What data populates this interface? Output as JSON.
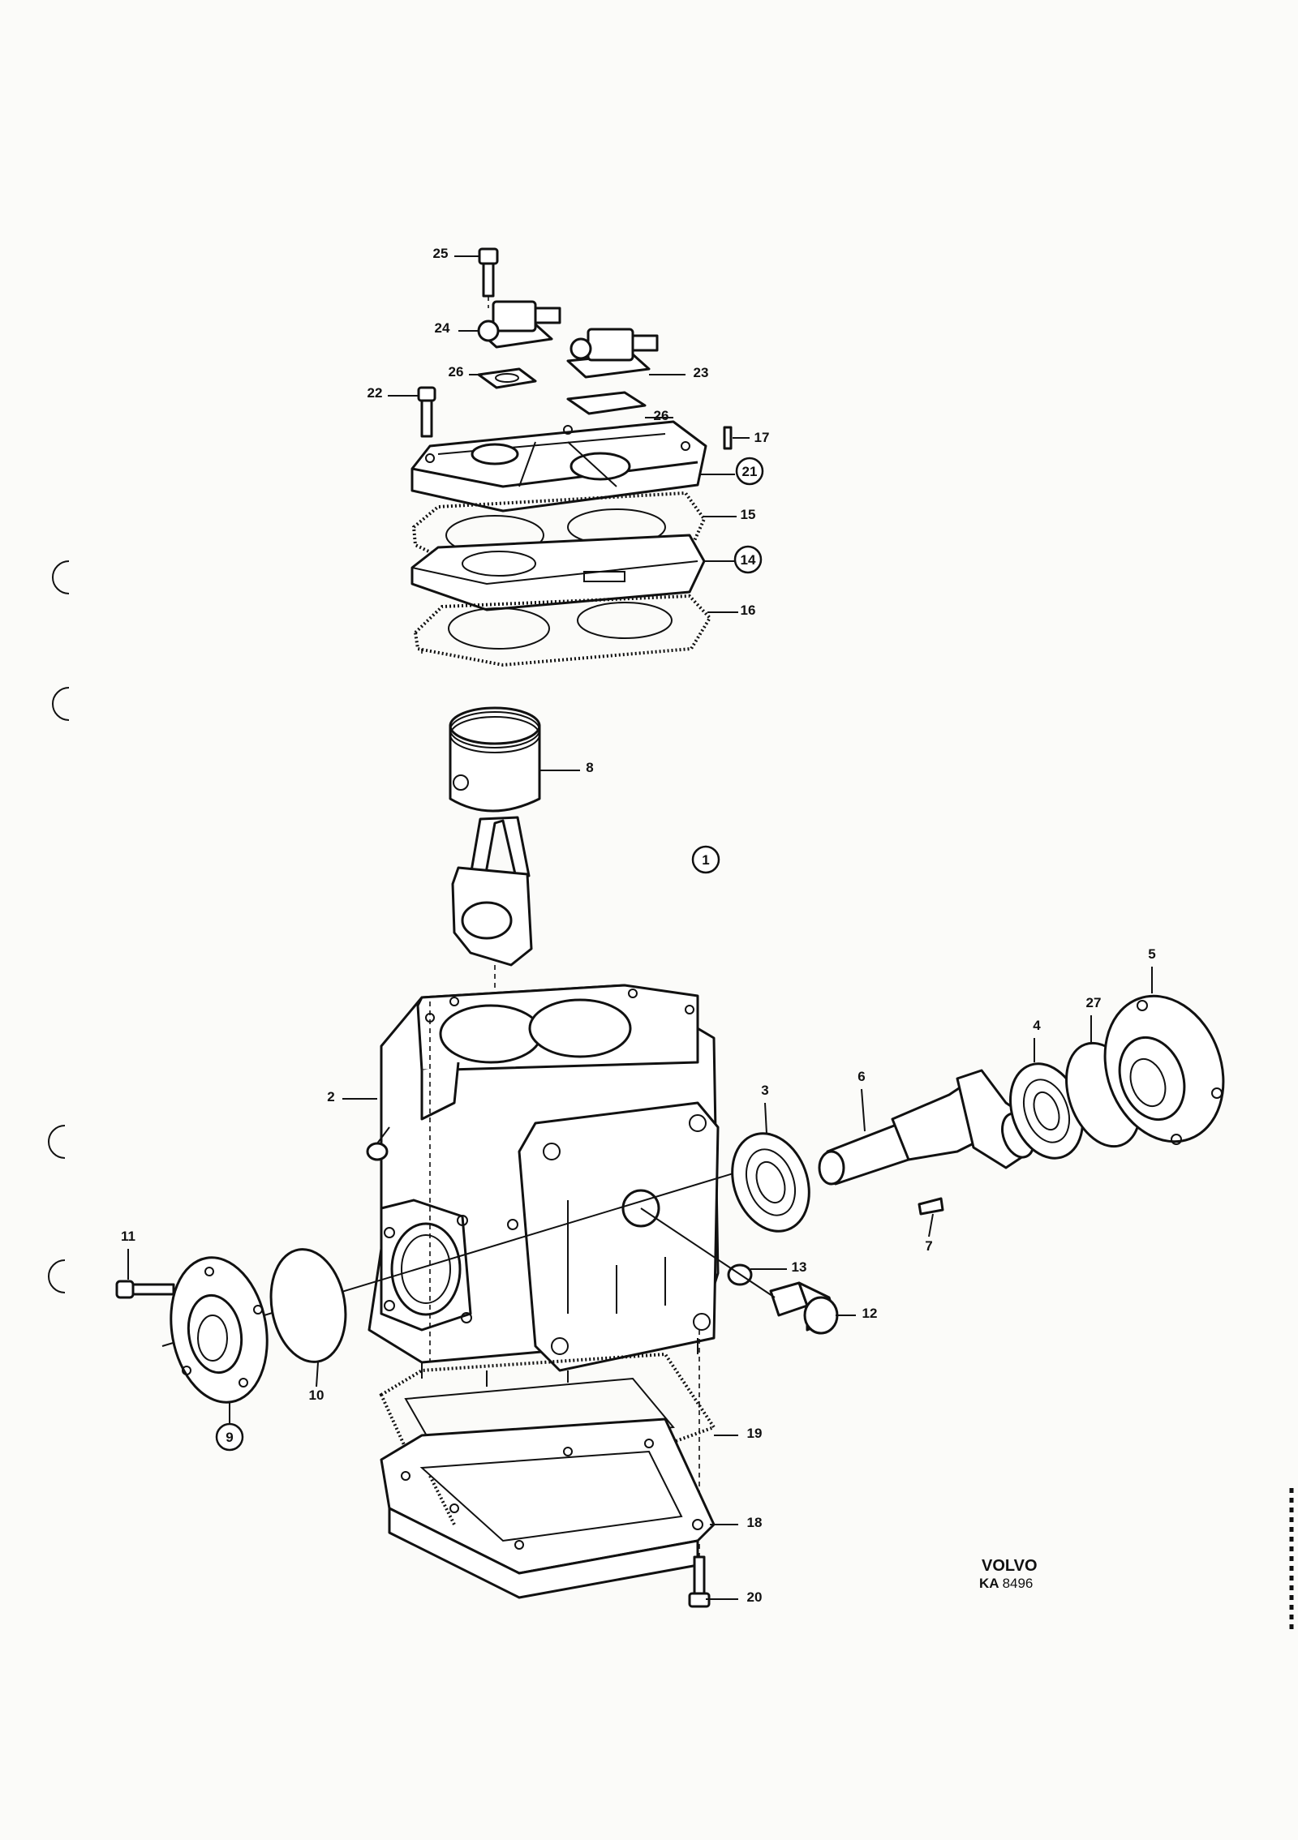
{
  "callouts": [
    {
      "id": "25",
      "label": "25",
      "circled": false
    },
    {
      "id": "24",
      "label": "24",
      "circled": false
    },
    {
      "id": "26a",
      "label": "26",
      "circled": false
    },
    {
      "id": "23",
      "label": "23",
      "circled": false
    },
    {
      "id": "22",
      "label": "22",
      "circled": false
    },
    {
      "id": "26b",
      "label": "26",
      "circled": false
    },
    {
      "id": "17",
      "label": "17",
      "circled": false
    },
    {
      "id": "21",
      "label": "21",
      "circled": true
    },
    {
      "id": "15",
      "label": "15",
      "circled": false
    },
    {
      "id": "14",
      "label": "14",
      "circled": true
    },
    {
      "id": "16",
      "label": "16",
      "circled": false
    },
    {
      "id": "8",
      "label": "8",
      "circled": false
    },
    {
      "id": "1",
      "label": "1",
      "circled": true
    },
    {
      "id": "5",
      "label": "5",
      "circled": false
    },
    {
      "id": "27",
      "label": "27",
      "circled": false
    },
    {
      "id": "4",
      "label": "4",
      "circled": false
    },
    {
      "id": "6",
      "label": "6",
      "circled": false
    },
    {
      "id": "3",
      "label": "3",
      "circled": false
    },
    {
      "id": "2",
      "label": "2",
      "circled": false
    },
    {
      "id": "7",
      "label": "7",
      "circled": false
    },
    {
      "id": "11",
      "label": "11",
      "circled": false
    },
    {
      "id": "13",
      "label": "13",
      "circled": false
    },
    {
      "id": "12",
      "label": "12",
      "circled": false
    },
    {
      "id": "10",
      "label": "10",
      "circled": false
    },
    {
      "id": "9",
      "label": "9",
      "circled": true
    },
    {
      "id": "19",
      "label": "19",
      "circled": false
    },
    {
      "id": "18",
      "label": "18",
      "circled": false
    },
    {
      "id": "20",
      "label": "20",
      "circled": false
    }
  ],
  "brand": "VOLVO",
  "drawing_code_prefix": "KA",
  "drawing_code_number": "8496",
  "colors": {
    "ink": "#111111",
    "paper": "#fbfbf9"
  }
}
